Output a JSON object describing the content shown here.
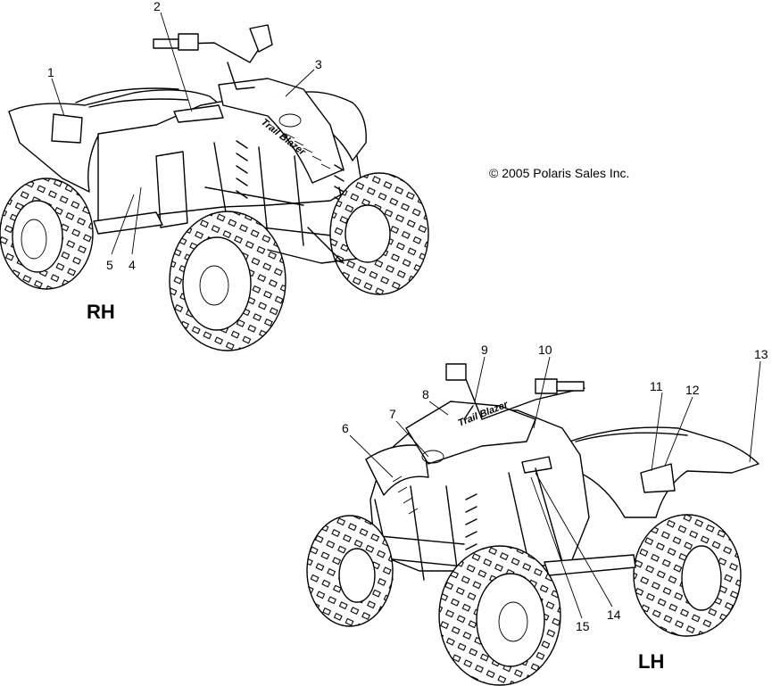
{
  "copyright": "© 2005 Polaris Sales Inc.",
  "views": {
    "rh": {
      "label": "RH",
      "callouts": [
        "1",
        "2",
        "3",
        "4",
        "5"
      ]
    },
    "lh": {
      "label": "LH",
      "callouts": [
        "6",
        "7",
        "8",
        "9",
        "10",
        "11",
        "12",
        "13",
        "14",
        "15"
      ]
    }
  },
  "decal_text": "Trail Blazer"
}
